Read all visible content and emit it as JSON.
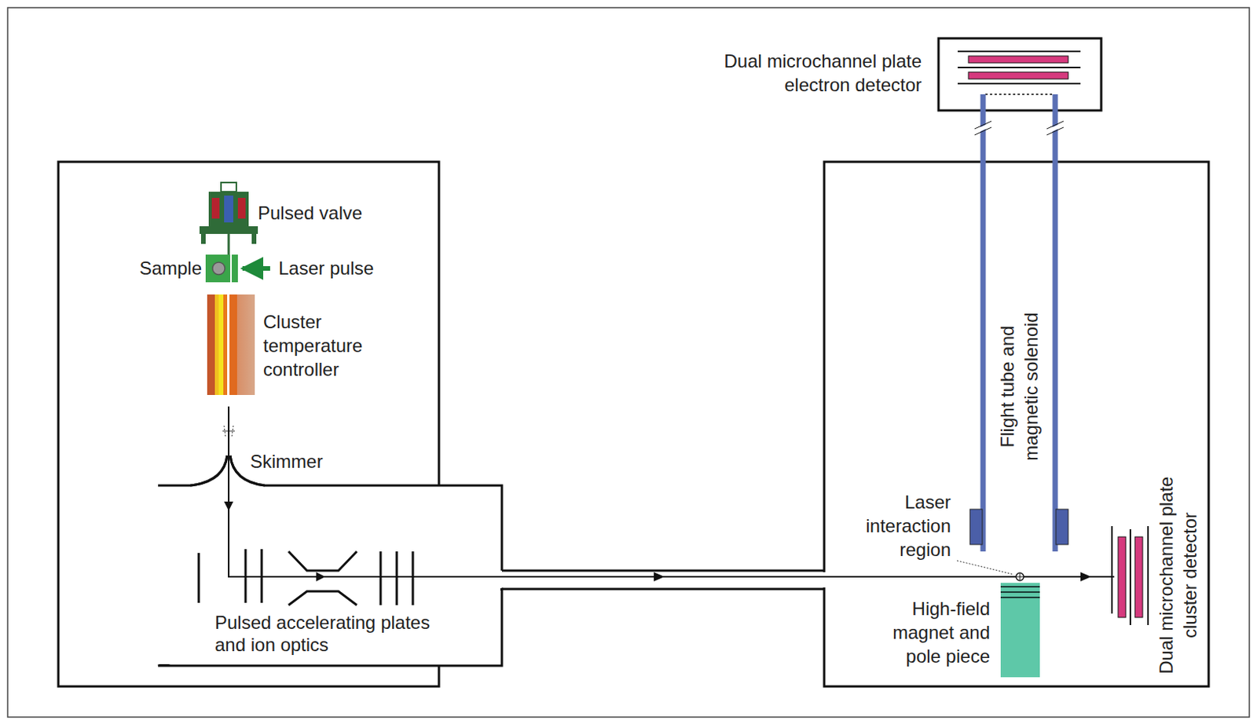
{
  "diagram": {
    "labels": [
      "Dual microchannel plate electron detector",
      "Pulsed valve",
      "Sample",
      "Laser pulse",
      "Cluster temperature controller",
      "Skimmer",
      "Pulsed accelerating plates and ion optics",
      "Flight tube and magnetic solenoid",
      "Laser interaction region",
      "High-field magnet and pole piece",
      "Dual microchannel plate cluster detector"
    ]
  }
}
